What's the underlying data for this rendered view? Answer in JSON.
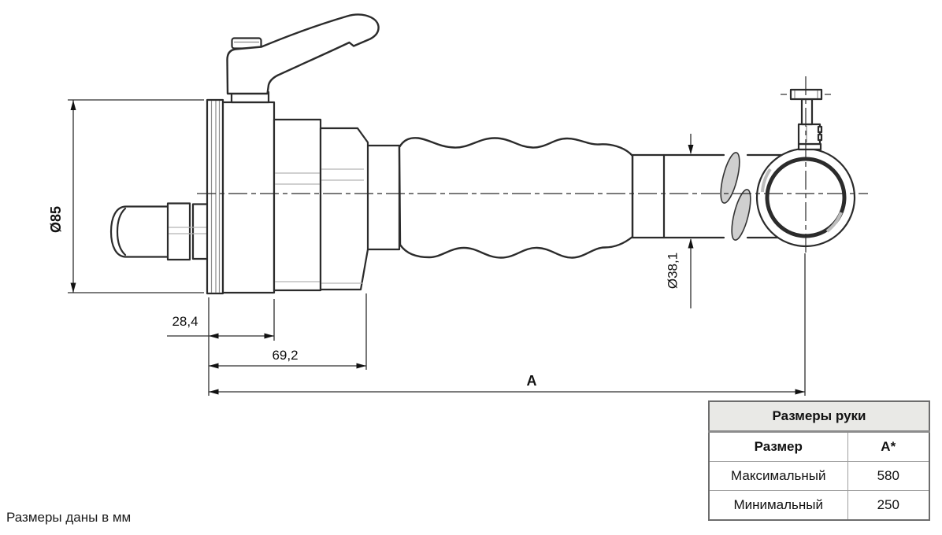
{
  "drawing": {
    "dim_flange_diameter": "Ø85",
    "dim_body_offset": "28,4",
    "dim_body_length": "69,2",
    "dim_overall_length": "A",
    "dim_tube_diameter": "Ø38,1",
    "units_note": "Размеры даны в мм"
  },
  "table": {
    "title": "Размеры руки",
    "columns": {
      "size": "Размер",
      "a": "A*"
    },
    "rows": [
      {
        "size": "Максимальный",
        "a": "580"
      },
      {
        "size": "Минимальный",
        "a": "250"
      }
    ]
  },
  "colors": {
    "outline": "#2b2b2b",
    "thin_detail": "#b3b3b3",
    "break_shade": "#cfcfcf",
    "table_header_bg": "#e9e9e6",
    "table_border": "#6d6d6d"
  }
}
